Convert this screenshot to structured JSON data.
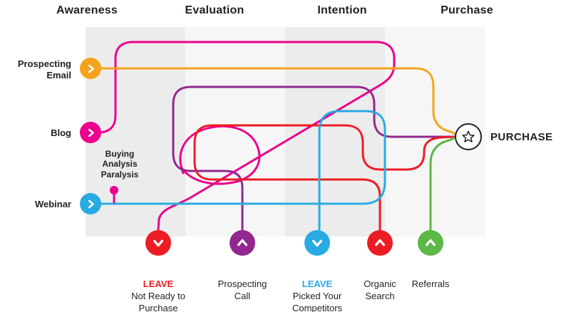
{
  "stages": [
    "Awareness",
    "Evaluation",
    "Intention",
    "Purchase"
  ],
  "channels": [
    {
      "label": "Prospecting\nEmail",
      "color": "#F5A31D"
    },
    {
      "label": "Blog",
      "color": "#EC008C"
    },
    {
      "label": "Webinar",
      "color": "#29ABE2"
    }
  ],
  "annotation": {
    "label": "Buying\nAnalysis\nParalysis",
    "color": "#EC008C"
  },
  "purchase": {
    "label": "PURCHASE",
    "ring_color": "#231F20"
  },
  "exits": [
    {
      "direction": "down",
      "color": "#EC1C24",
      "emphasis": "LEAVE",
      "label": "Not Ready to\nPurchase"
    },
    {
      "direction": "up",
      "color": "#92278F",
      "label": "Prospecting\nCall"
    },
    {
      "direction": "down",
      "color": "#29ABE2",
      "emphasis": "LEAVE",
      "label": "Picked Your\nCompetitors"
    },
    {
      "direction": "up",
      "color": "#EC1C24",
      "label": "Organic\nSearch"
    },
    {
      "direction": "up",
      "color": "#5CB847",
      "label": "Referrals"
    }
  ],
  "colors": {
    "orange": "#F5A31D",
    "pink": "#EC008C",
    "red": "#EC1C24",
    "purple": "#92278F",
    "blue": "#29ABE2",
    "green": "#5CB847",
    "dark": "#231F20"
  }
}
